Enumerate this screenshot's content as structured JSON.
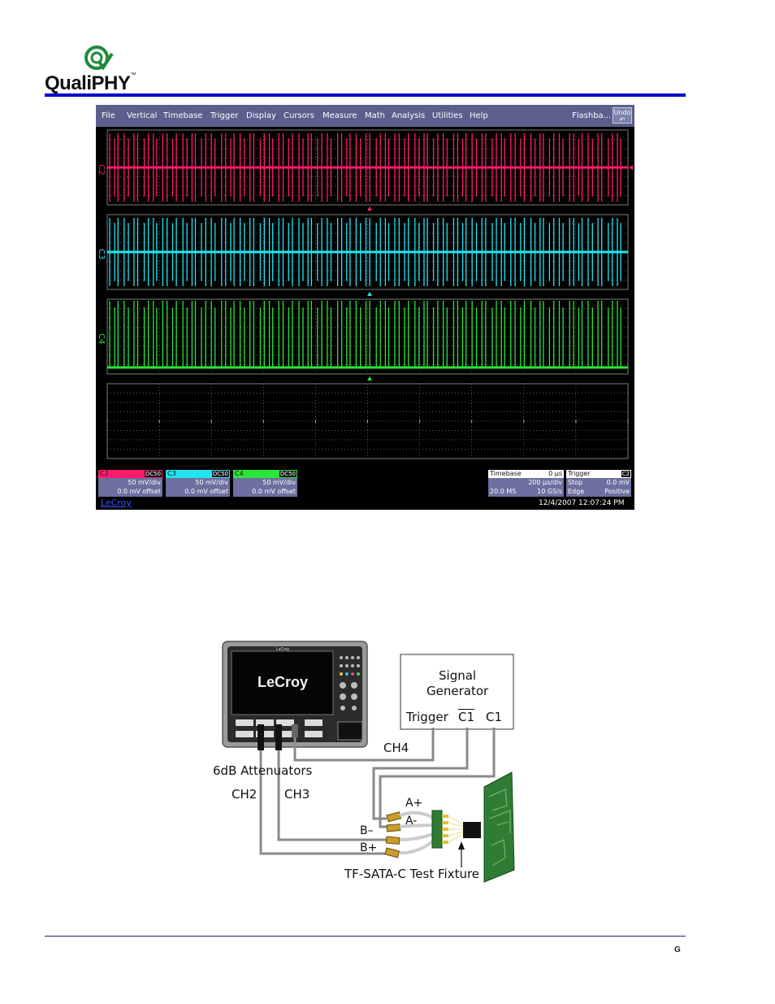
{
  "header": {
    "brand": "QualiPHY",
    "trademark": "™"
  },
  "scope": {
    "menu": [
      "File",
      "Vertical",
      "Timebase",
      "Trigger",
      "Display",
      "Cursors",
      "Measure",
      "Math",
      "Analysis",
      "Utilities",
      "Help"
    ],
    "flashback_label": "Flashba...",
    "undo_label": "Undo",
    "trace_labels": {
      "c2": "C2",
      "c3": "C3",
      "c4": "C4"
    },
    "colors": {
      "c2": "#ff1c6e",
      "c3": "#22e4f0",
      "c4": "#28e63a",
      "grid": "#7c7c7c",
      "menubar": "#5a5f8c"
    },
    "channels": [
      {
        "name": "C2",
        "coupling": "DC50",
        "scale": "50 mV/div",
        "offset": "0.0 mV offset"
      },
      {
        "name": "C3",
        "coupling": "DC50",
        "scale": "50 mV/div",
        "offset": "0.0 mV offset"
      },
      {
        "name": "C4",
        "coupling": "DC50",
        "scale": "50 mV/div",
        "offset": "0.0 mV offset"
      }
    ],
    "timebase": {
      "label": "Timebase",
      "delay": "0 µs",
      "div": "200 µs/div",
      "samples": "20.0 MS",
      "rate": "10 GS/s"
    },
    "trigger": {
      "label": "Trigger",
      "source": "C2",
      "mode": "Stop",
      "level": "0.0 mV",
      "type": "Edge",
      "slope": "Positive"
    },
    "brand_link": "LeCroy",
    "datetime": "12/4/2007 12:07:24 PM"
  },
  "diagram": {
    "scope_brand_small": "LeCroy",
    "scope_brand": "LeCroy",
    "generator_title_line1": "Signal",
    "generator_title_line2": "Generator",
    "generator_ports": {
      "trigger": "Trigger",
      "c1_bar": "C1",
      "c1": "C1"
    },
    "labels": {
      "ch4": "CH4",
      "attenuators": "6dB Attenuators",
      "ch2": "CH2",
      "ch3": "CH3",
      "a_plus": "A+",
      "a_minus": "A-",
      "b_minus": "B–",
      "b_plus": "B+",
      "fixture": "TF-SATA-C Test Fixture"
    }
  },
  "footer": {
    "page_mark": "G"
  }
}
